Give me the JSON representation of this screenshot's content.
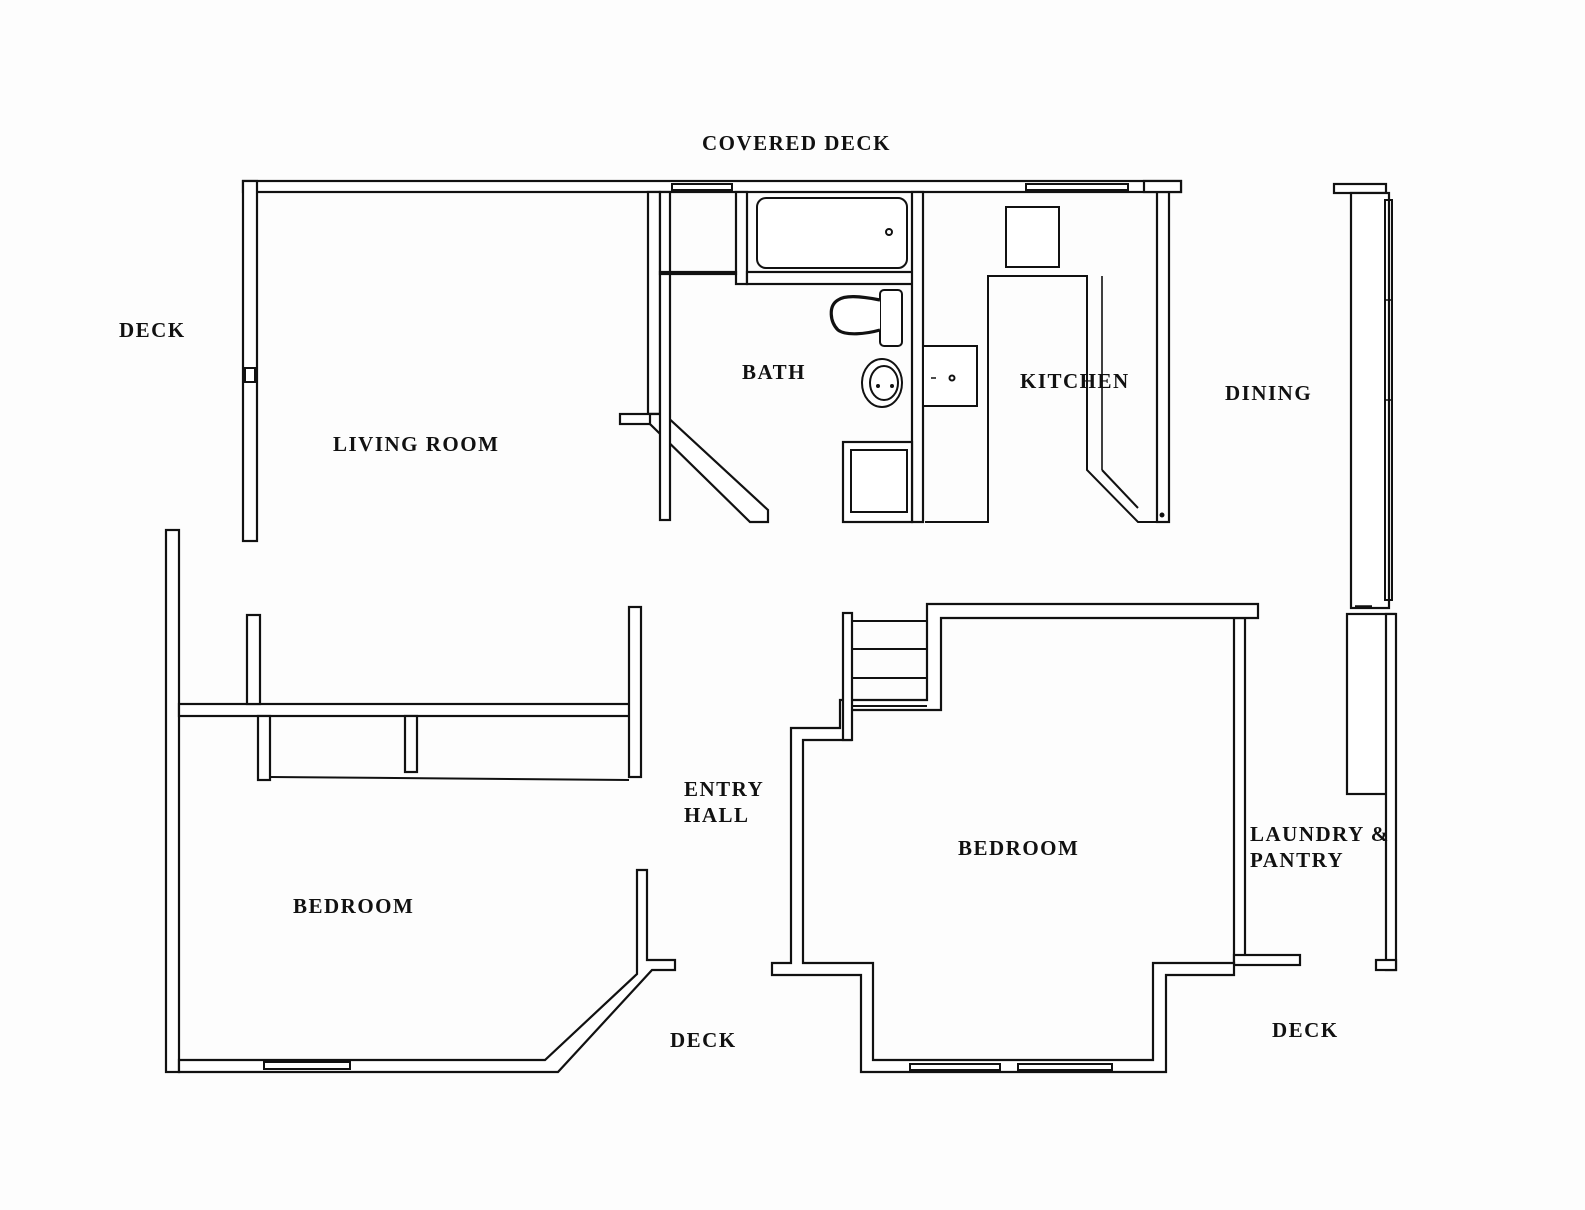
{
  "plan": {
    "title": "Floor Plan",
    "background_color": "#fdfdfd",
    "line_color": "#111111"
  },
  "labels": {
    "covered_deck": "COVERED DECK",
    "deck_west": "DECK",
    "living_room": "LIVING ROOM",
    "bath": "BATH",
    "kitchen": "KITCHEN",
    "dining": "DINING",
    "entry_hall_line1": "ENTRY",
    "entry_hall_line2": "HALL",
    "bedroom_main": "BEDROOM",
    "bedroom_west": "BEDROOM",
    "laundry_line1": "LAUNDRY &",
    "laundry_line2": "PANTRY",
    "deck_south": "DECK",
    "deck_southeast": "DECK"
  },
  "fixtures": [
    {
      "name": "bathtub",
      "room": "bath"
    },
    {
      "name": "toilet",
      "room": "bath"
    },
    {
      "name": "bathroom-sink",
      "room": "bath"
    },
    {
      "name": "shower-stall",
      "room": "bath"
    },
    {
      "name": "kitchen-sink",
      "room": "kitchen"
    },
    {
      "name": "refrigerator",
      "room": "kitchen"
    },
    {
      "name": "kitchen-counter",
      "room": "kitchen"
    },
    {
      "name": "stairs",
      "room": "entry-hall"
    },
    {
      "name": "closets",
      "room": "bedroom-west"
    }
  ]
}
